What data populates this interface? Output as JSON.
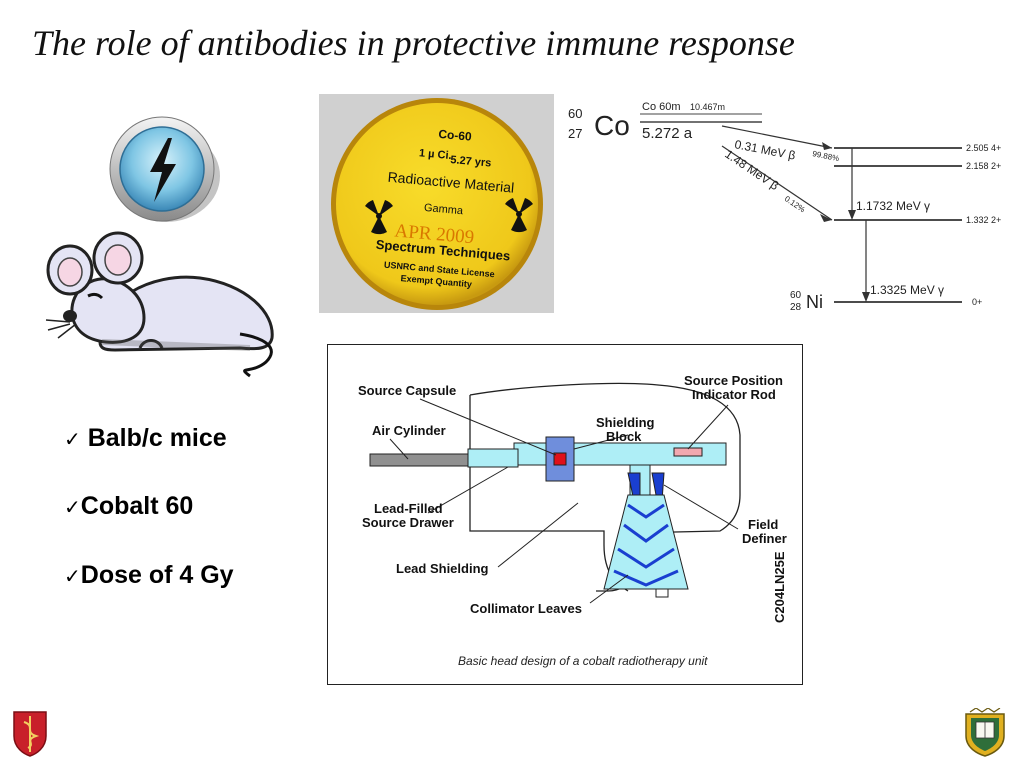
{
  "slide": {
    "title": "The role of antibodies in protective immune response"
  },
  "bullets": [
    {
      "check": "✓",
      "text": "Balb/c mice"
    },
    {
      "check": "✓",
      "text": "Cobalt 60"
    },
    {
      "check": "✓",
      "text": "Dose of 4 Gy"
    }
  ],
  "source_label": {
    "isotope": "Co-60",
    "activity": "1 µ Ci.",
    "half_life": "5.27 yrs",
    "material": "Radioactive Material",
    "radiation": "Gamma",
    "date": "APR 2009",
    "maker": "Spectrum Techniques",
    "license": "USNRC and State License",
    "exempt": "Exempt Quantity"
  },
  "decay_scheme": {
    "parent_mass": "60",
    "parent_z": "27",
    "parent_symbol": "Co",
    "parent_half_life": "5.272 a",
    "metastable": "Co 60m",
    "metastable_half_life": "10.467m",
    "branch_1": "0.31 MeV β",
    "branch_1_pct": "99.88%",
    "branch_2": "1.48 MeV β",
    "branch_2_pct": "0.12%",
    "level_1": "2.505 4+",
    "level_2": "2.158 2+",
    "level_3": "1.332 2+",
    "level_4": "0+",
    "gamma_1": "1.1732 MeV γ",
    "gamma_2": "1.3325 MeV γ",
    "daughter_mass": "60",
    "daughter_z": "28",
    "daughter_symbol": "Ni"
  },
  "cobalt_unit": {
    "source_capsule": "Source Capsule",
    "air_cylinder": "Air Cylinder",
    "shielding_block_1": "Shielding",
    "shielding_block_2": "Block",
    "indicator_1": "Source Position",
    "indicator_2": "Indicator Rod",
    "drawer_1": "Lead-Filled",
    "drawer_2": "Source Drawer",
    "field_definer_1": "Field",
    "field_definer_2": "Definer",
    "lead_shielding": "Lead Shielding",
    "collimator": "Collimator Leaves",
    "code": "C204LN25E",
    "caption": "Basic head design of a cobalt radiotherapy unit"
  },
  "colors": {
    "source_yellow": "#f3d21b",
    "unit_cyan": "#aeeef6",
    "collimator_blue": "#1a3fd0",
    "capsule_red": "#e0101a",
    "logo_red": "#c8202a"
  }
}
